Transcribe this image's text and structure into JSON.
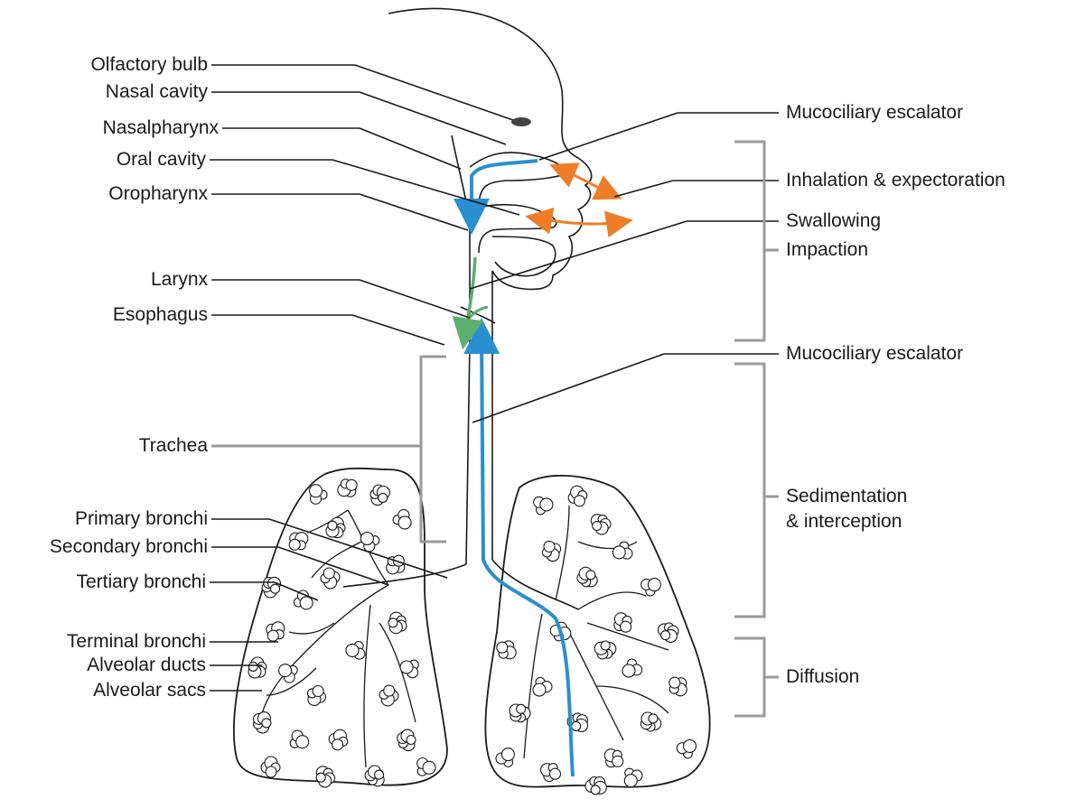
{
  "labels_left": {
    "olfactory_bulb": "Olfactory bulb",
    "nasal_cavity": "Nasal cavity",
    "nasalpharynx": "Nasalpharynx",
    "oral_cavity": "Oral cavity",
    "oropharynx": "Oropharynx",
    "larynx": "Larynx",
    "esophagus": "Esophagus",
    "trachea": "Trachea",
    "primary_bronchi": "Primary bronchi",
    "secondary_bronchi": "Secondary bronchi",
    "tertiary_bronchi": "Tertiary bronchi",
    "terminal_bronchi": "Terminal bronchi",
    "alveolar_ducts": "Alveolar ducts",
    "alveolar_sacs": "Alveolar sacs"
  },
  "labels_right": {
    "mucociliary_upper": "Mucociliary escalator",
    "inhalation": "Inhalation & expectoration",
    "swallowing": "Swallowing",
    "impaction": "Impaction",
    "mucociliary_lower": "Mucociliary escalator",
    "sedimentation_1": "Sedimentation",
    "sedimentation_2": "& interception",
    "diffusion": "Diffusion"
  },
  "colors": {
    "mucociliary_flow": "#2a8fd0",
    "inhalation_arrows": "#ee7d2a",
    "swallow_arrow": "#5cae6e",
    "bracket": "#9a9a9a",
    "outline": "#1a1a1a"
  }
}
